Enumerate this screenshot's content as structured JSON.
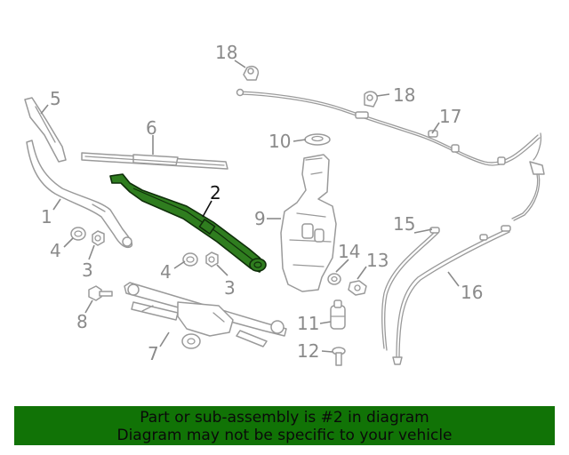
{
  "callouts": {
    "c1": "1",
    "c2": "2",
    "c3a": "3",
    "c3b": "3",
    "c4a": "4",
    "c4b": "4",
    "c5": "5",
    "c6": "6",
    "c7": "7",
    "c8": "8",
    "c9": "9",
    "c10": "10",
    "c11": "11",
    "c12": "12",
    "c13": "13",
    "c14": "14",
    "c15": "15",
    "c16": "16",
    "c17": "17",
    "c18a": "18",
    "c18b": "18"
  },
  "highlight": {
    "part_number": "2",
    "color": "#2f7d1f"
  },
  "banner": {
    "line1": "Part or sub-assembly is #2 in diagram",
    "line2": "Diagram may not be specific to your vehicle",
    "background": "#117306"
  }
}
